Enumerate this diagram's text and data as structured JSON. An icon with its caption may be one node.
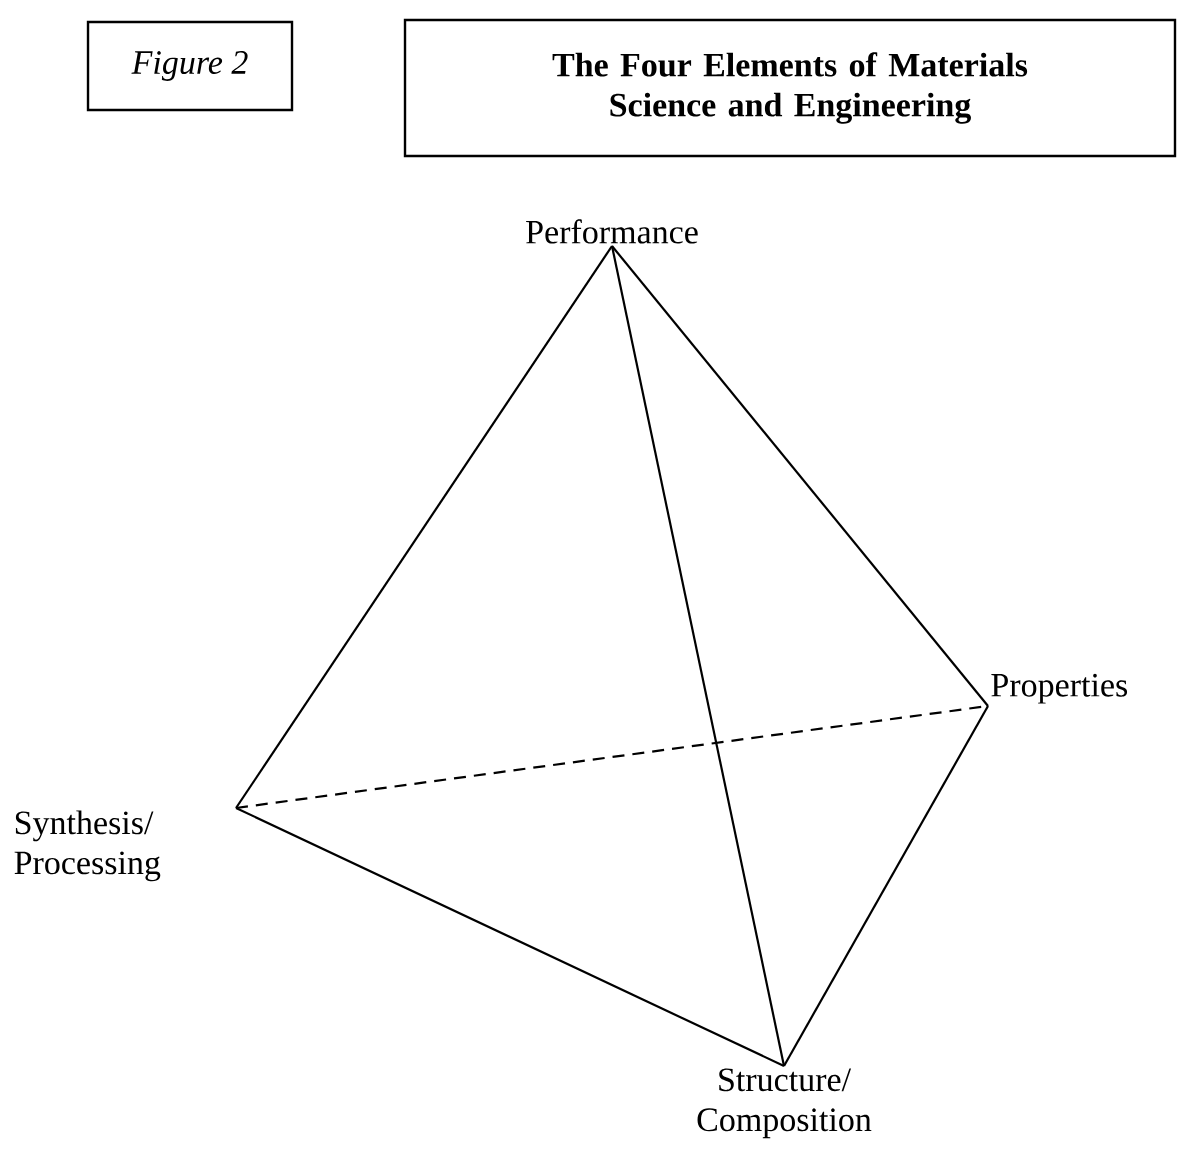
{
  "diagram": {
    "nodes": [
      {
        "text": [
          "Figure 2"
        ]
      },
      {
        "text": [
          "The Four Elements of Materials Science and Engineering"
        ]
      },
      {
        "text": [
          "Performance"
        ]
      },
      {
        "text": [
          "Properties"
        ]
      },
      {
        "text": [
          "Synthesis/ Processing"
        ]
      },
      {
        "text": [
          "Structure/ Composition"
        ]
      }
    ],
    "edges": [
      {
        "from": 2,
        "to": 4,
        "arrow": "none"
      },
      {
        "from": 2,
        "to": 5,
        "arrow": "none"
      },
      {
        "from": 2,
        "to": 3,
        "arrow": "none"
      },
      {
        "from": 4,
        "to": 3,
        "arrow": "none",
        "style": "dashed"
      },
      {
        "from": 4,
        "to": 5,
        "arrow": "none"
      },
      {
        "from": 5,
        "to": 3,
        "arrow": "none"
      }
    ]
  }
}
